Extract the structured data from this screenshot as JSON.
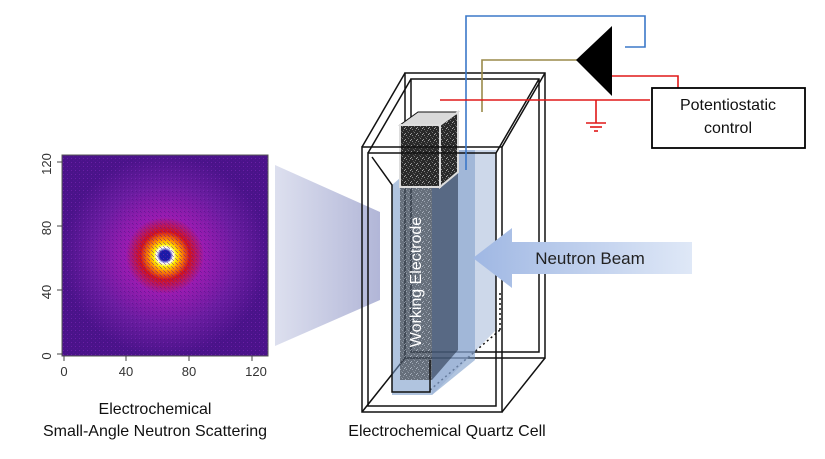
{
  "sans": {
    "tick_labels_y": [
      "120",
      "80",
      "40",
      "0"
    ],
    "tick_labels_x": [
      "0",
      "40",
      "80",
      "120"
    ],
    "caption_line1": "Electrochemical",
    "caption_line2": "Small-Angle Neutron Scattering",
    "color_scale": [
      "#3a0f7a",
      "#8a1fb0",
      "#d0131f",
      "#ff8a00",
      "#fff200",
      "#1a1aa8"
    ]
  },
  "cell": {
    "working_electrode_label": "Working Electrode",
    "caption": "Electrochemical Quartz Cell",
    "glass_color": "#6f93c4",
    "electrode_color": "#1b1b1b"
  },
  "beam": {
    "label": "Neutron Beam",
    "color": "#aec3e6"
  },
  "circuit": {
    "control_label_line1": "Potentiostatic",
    "control_label_line2": "control",
    "wire_red": "#e01818",
    "wire_blue": "#3b78c8",
    "wire_olive": "#9a8a4a"
  }
}
